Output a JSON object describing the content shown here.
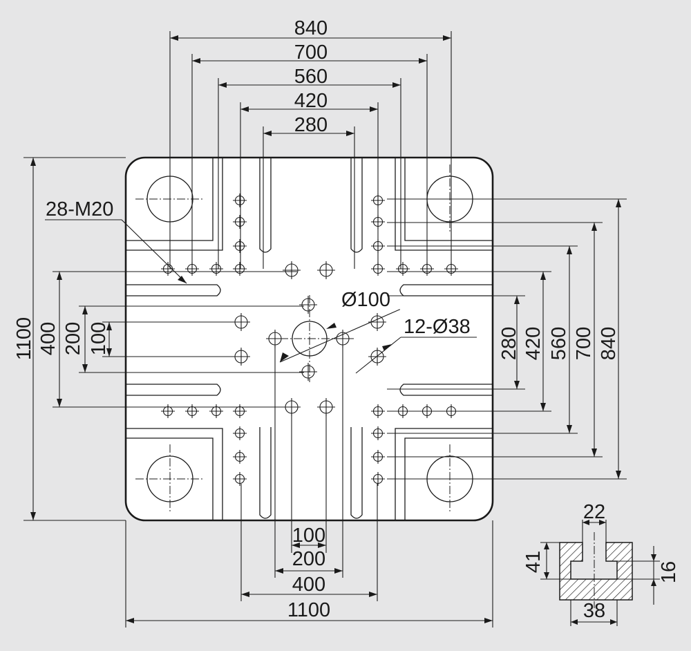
{
  "drawing": {
    "top_dimensions": [
      "840",
      "700",
      "560",
      "420",
      "280"
    ],
    "right_dimensions": [
      "280",
      "420",
      "560",
      "700",
      "840"
    ],
    "left_dimensions": [
      "1100",
      "400",
      "200",
      "100"
    ],
    "bottom_dimensions": [
      "100",
      "200",
      "400",
      "1100"
    ],
    "callouts": {
      "tapped_holes": "28-M20",
      "center_hole": "Ø100",
      "through_holes": "12-Ø38"
    },
    "slot_section": {
      "top_width": "22",
      "bottom_width": "38",
      "total_depth": "41",
      "neck_depth": "16"
    }
  }
}
